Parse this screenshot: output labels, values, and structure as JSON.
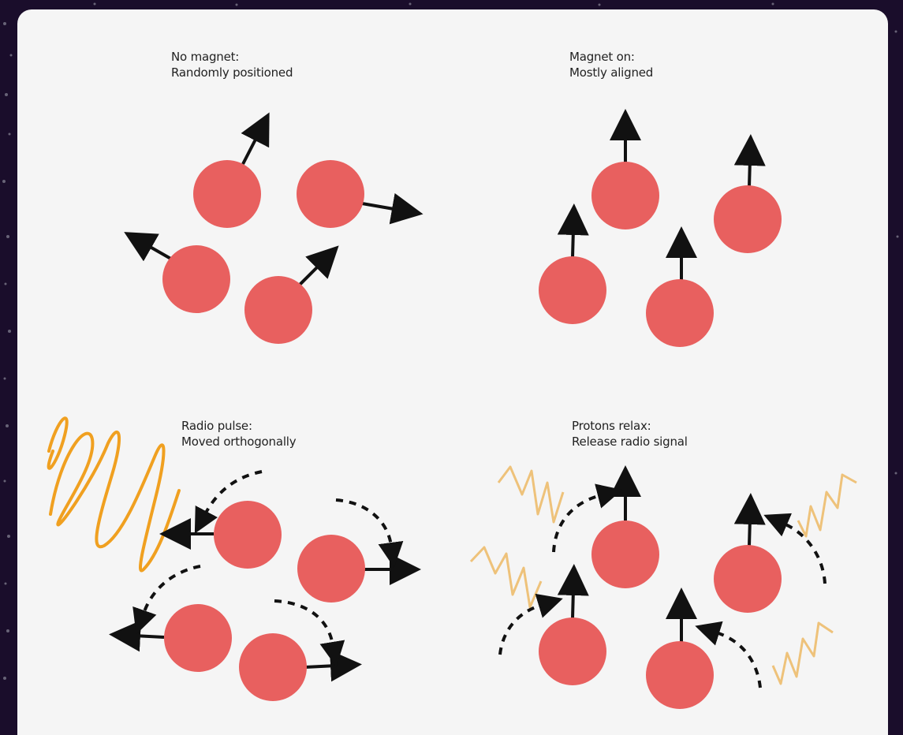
{
  "panels": [
    {
      "line1": "No magnet:",
      "line2": "Randomly positioned"
    },
    {
      "line1": "Magnet on:",
      "line2": "Mostly aligned"
    },
    {
      "line1": "Radio pulse:",
      "line2": "Moved orthogonally"
    },
    {
      "line1": "Protons relax:",
      "line2": "Release radio signal"
    }
  ],
  "colors": {
    "proton": "#e8605f",
    "arrow": "#111111",
    "pulse_wave": "#f0a020",
    "signal_wave": "#eec27a",
    "background": "#f5f5f5",
    "backdrop": "#1a0d2b"
  },
  "icons": [
    "proton-circle",
    "spin-arrow",
    "dashed-curved-arrow",
    "radio-wave"
  ]
}
